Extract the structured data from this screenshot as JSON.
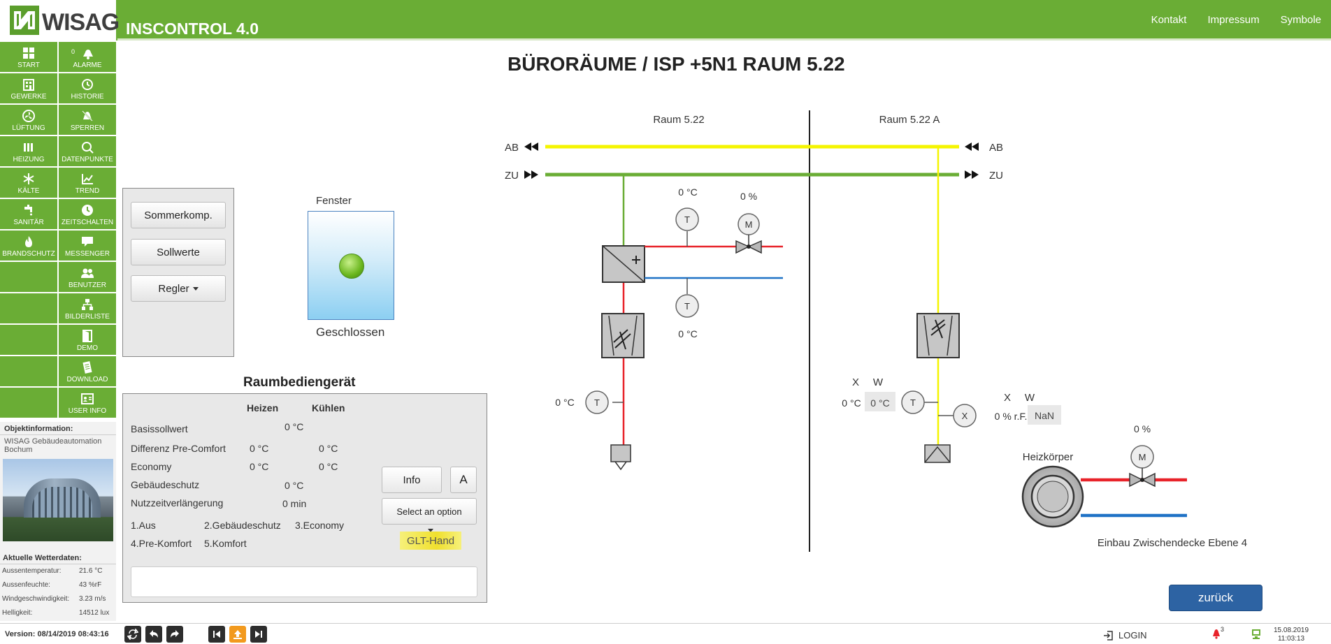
{
  "header": {
    "logo_text": "WISAG",
    "app_title": "INSCONTROL 4.0",
    "nav": [
      "Kontakt",
      "Impressum",
      "Symbole"
    ]
  },
  "sidebar": {
    "left": [
      "START",
      "GEWERKE",
      "LÜFTUNG",
      "HEIZUNG",
      "KÄLTE",
      "SANITÄR",
      "BRANDSCHUTZ"
    ],
    "right": [
      "ALARME",
      "HISTORIE",
      "SPERREN",
      "DATENPUNKTE",
      "TREND",
      "ZEITSCHALTEN",
      "MESSENGER",
      "BENUTZER",
      "BILDERLISTE",
      "DEMO",
      "DOWNLOAD",
      "USER INFO"
    ],
    "alarm_count": "0"
  },
  "object_info": {
    "title": "Objektinformation:",
    "text": "WISAG Gebäudeautomation Bochum"
  },
  "weather": {
    "title": "Aktuelle Wetterdaten:",
    "rows": [
      {
        "label": "Aussentemperatur:",
        "value": "21.6 °C"
      },
      {
        "label": "Aussenfeuchte:",
        "value": "43 %rF"
      },
      {
        "label": "Windgeschwindigkeit:",
        "value": "3.23 m/s"
      },
      {
        "label": "Helligkeit:",
        "value": "14512 lux"
      }
    ]
  },
  "page": {
    "title": "BÜRORÄUME / ISP +5N1 RAUM 5.22"
  },
  "controls": {
    "sommerkomp": "Sommerkomp.",
    "sollwerte": "Sollwerte",
    "regler": "Regler"
  },
  "window": {
    "label": "Fenster",
    "state": "Geschlossen"
  },
  "raumbediengeraet": {
    "title": "Raumbediengerät",
    "col_heat": "Heizen",
    "col_cool": "Kühlen",
    "rows": [
      {
        "label": "Basissollwert",
        "value": "0 °C"
      },
      {
        "label": "Differenz Pre-Comfort",
        "heat": "0 °C",
        "cool": "0 °C"
      },
      {
        "label": "Economy",
        "heat": "0 °C",
        "cool": "0 °C"
      },
      {
        "label": "Gebäudeschutz",
        "value": "0 °C"
      },
      {
        "label": "Nutzzeitverlängerung",
        "value": "0 min"
      }
    ],
    "modes": [
      "1.Aus",
      "2.Gebäudeschutz",
      "3.Economy",
      "4.Pre-Komfort",
      "5.Komfort"
    ],
    "info_button": "Info",
    "a_button": "A",
    "select_placeholder": "Select an option",
    "glt_status": "GLT-Hand"
  },
  "schema": {
    "room_left": "Raum 5.22",
    "room_right": "Raum 5.22 A",
    "ab": "AB",
    "zu": "ZU",
    "sensor_t": "T",
    "motor_m": "M",
    "actuator_x": "X",
    "x_label": "X",
    "w_label": "W",
    "coil_temp_top": "0 °C",
    "valve_pos": "0 %",
    "coil_temp_bottom": "0 °C",
    "duct_temp": "0 °C",
    "right_temp_x": "0 °C",
    "right_temp_w": "0 °C",
    "right_hum_x": "0 % r.F.",
    "right_hum_w": "NaN",
    "heater_label": "Heizkörper",
    "heater_valve": "0 %",
    "install_note": "Einbau Zwischendecke Ebene 4",
    "colors": {
      "exhaust": "#f5f500",
      "supply": "#6aad35",
      "hot": "#e8232a",
      "cold": "#1f72c6"
    }
  },
  "back_button": "zurück",
  "footer": {
    "version": "Version: 08/14/2019 08:43:16",
    "login": "LOGIN",
    "alarm_count": "3",
    "date": "15.08.2019",
    "time": "11:03:13"
  }
}
